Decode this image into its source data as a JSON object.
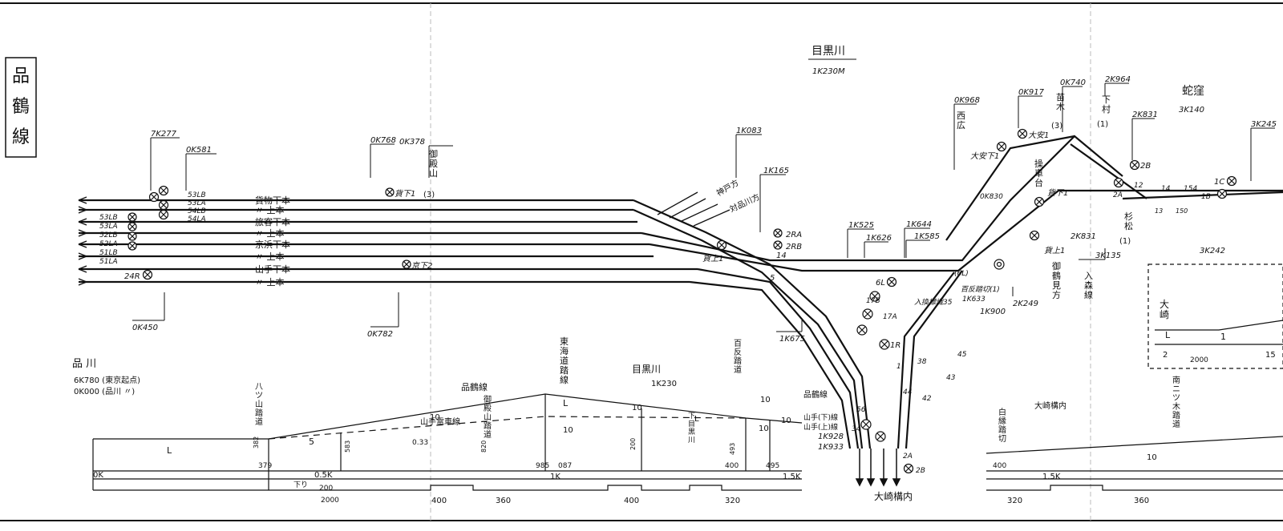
{
  "line_name": "品鶴線",
  "top": {
    "meguro_river": "目黒川",
    "meguro_km": "1K230M",
    "ebikubo": "蛇窪",
    "ebikubo_km": "3K140"
  },
  "km_labels_top": [
    "7K277",
    "0K581",
    "0K768",
    "0K378",
    "1K083",
    "1K165",
    "0K968",
    "0K917",
    "0K740",
    "2K964",
    "2K831",
    "3K245",
    "1K525",
    "1K626",
    "1K644",
    "1K585",
    "2K831",
    "3K135",
    "3K242"
  ],
  "km_labels_bottom": [
    "0K450",
    "0K782",
    "1K675",
    "1K928",
    "1K933",
    "1K900",
    "2K249"
  ],
  "vertical_names": {
    "goten_yama": "御殿山",
    "goten_yama_no": "(3)",
    "nishi_hiro": "西広",
    "naezaki": "苗木",
    "naezaki_no": "(3)",
    "shimo_nanoka": "下村",
    "shimo_nanoka_no": "(1)",
    "suginamatsu": "杉松",
    "suginamatsu_no": "(1)",
    "okumoriyama": "御鶴見方",
    "iriya": "入森線",
    "shuchi": "操車台"
  },
  "tracks": [
    "貨物下本",
    "〃 上本",
    "旅客下本",
    "〃 上本",
    "京浜下本",
    "〃 上本",
    "山手下本",
    "〃 上本"
  ],
  "signals": {
    "left_group": [
      "53LB",
      "53LA",
      "54LB",
      "54LA"
    ],
    "left_stack": [
      "53LB",
      "53LA",
      "52LB",
      "52LA",
      "51LB",
      "51LA"
    ],
    "s24r": "24R",
    "kashita1": "貨下1",
    "keishita2": "京下2",
    "kakami1": "貨上1",
    "s2ra": "2RA",
    "s2rb": "2RB",
    "s14": "14",
    "s5": "5",
    "s6l": "6L",
    "s17b": "17B",
    "s17a": "17A",
    "s1r": "1R",
    "s2a": "2A",
    "s2b": "2B",
    "s1c": "1C",
    "s1b": "1B",
    "s2b_right": "2B",
    "s2a_right": "2A",
    "s12": "12",
    "s14b": "14",
    "s13": "13",
    "s150": "150",
    "s154": "154",
    "daiansi1": "大安1",
    "daiansi_left": "大安下1",
    "kashita1_r": "貨下1",
    "kashita_lower": "貨上1",
    "s6lp": "(6L)",
    "s45": "45",
    "s43": "43",
    "s38": "38",
    "s44": "44",
    "s42": "42",
    "s34": "34",
    "s56": "56",
    "ban1": "1",
    "crossing": "百反踏切(1)",
    "crossing_km": "1K633",
    "shunting": "入換標識35",
    "s0k830": "0K830"
  },
  "directions": {
    "kobe": "神戸方",
    "shinagawa": "対品川方"
  },
  "profile": {
    "shinagawa": "品 川",
    "origin1": "6K780 (東京起点)",
    "origin2": "0K000 (品川 〃)",
    "yatsuyama": "八ツ山踏道",
    "goten_fumi": "御殿山踏道",
    "tokaido": "東海道踏線",
    "meguro": "目黒川",
    "meguro_km": "1K230",
    "hyakutan": "百反踏道",
    "hinkaku": "品鶴線",
    "hinkaku_r": "品鶴線",
    "yamate_line": "山手電車線",
    "yamate_down": "山手(下)線",
    "yamate_up": "山手(上)線",
    "shimo_meguro": "下目黒川",
    "shiraki": "白縁踏切",
    "minami": "南ニツ木踏道",
    "ohsaki_yard": "大崎構内",
    "ohsaki_bottom": "大崎構内",
    "grade_L1": "L",
    "grade_5": "5",
    "grade_10a": "10",
    "grade_L2": "L",
    "grade_10b": "10",
    "grade_10c": "10",
    "grade_L3": "L",
    "grade_10d": "10",
    "grade_10e": "10",
    "grade_10r": "10",
    "grade_033": "0.33",
    "pt_379": "379",
    "pt_985": "985",
    "pt_087": "087",
    "pt_400": "400",
    "pt_495": "495",
    "pt_400r": "400",
    "k0": "0K",
    "k05": "0.5K",
    "k1": "1K",
    "k15a": "1.5K",
    "k15b": "1.5K",
    "curve_2000": "2000",
    "kudari": "下り",
    "kudari_val": "200",
    "spans": [
      "400",
      "360",
      "400",
      "320",
      "320",
      "360"
    ],
    "v382": "382",
    "v583": "583",
    "v820": "820",
    "v200": "200",
    "v493": "493",
    "v10": "10"
  },
  "inset": {
    "ohsaki": "大崎",
    "l": "L",
    "one": "1",
    "two": "2",
    "len": "2000",
    "num15": "15"
  }
}
